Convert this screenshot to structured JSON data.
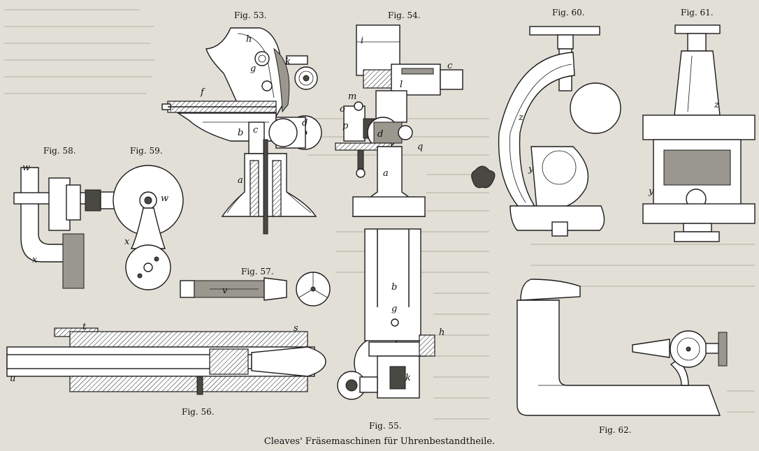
{
  "title": "Cleaves' Fräsemaschinen für Uhrenbestandtheile.",
  "figures": {
    "fig53": {
      "caption": "Fig. 53.",
      "labels": [
        "h",
        "k",
        "g",
        "f",
        "b",
        "c",
        "d",
        "a"
      ]
    },
    "fig54": {
      "caption": "Fig. 54.",
      "labels": [
        "i",
        "m",
        "l",
        "c",
        "o",
        "p",
        "d",
        "q",
        "a"
      ]
    },
    "fig55": {
      "caption": "Fig. 55.",
      "labels": [
        "b",
        "g",
        "h",
        "k"
      ]
    },
    "fig56": {
      "caption": "Fig. 56.",
      "labels": [
        "t",
        "s",
        "u"
      ]
    },
    "fig57": {
      "caption": "Fig. 57.",
      "labels": [
        "v"
      ]
    },
    "fig58": {
      "caption": "Fig. 58.",
      "labels": [
        "w",
        "x"
      ]
    },
    "fig59": {
      "caption": "Fig. 59.",
      "labels": [
        "w",
        "x"
      ]
    },
    "fig60": {
      "caption": "Fig. 60.",
      "labels": [
        "z",
        "y"
      ]
    },
    "fig61": {
      "caption": "Fig. 61.",
      "labels": [
        "z",
        "y"
      ]
    },
    "fig62": {
      "caption": "Fig. 62."
    }
  },
  "colors": {
    "paper": "#e2dfd6",
    "ink": "#1c1c1c"
  }
}
